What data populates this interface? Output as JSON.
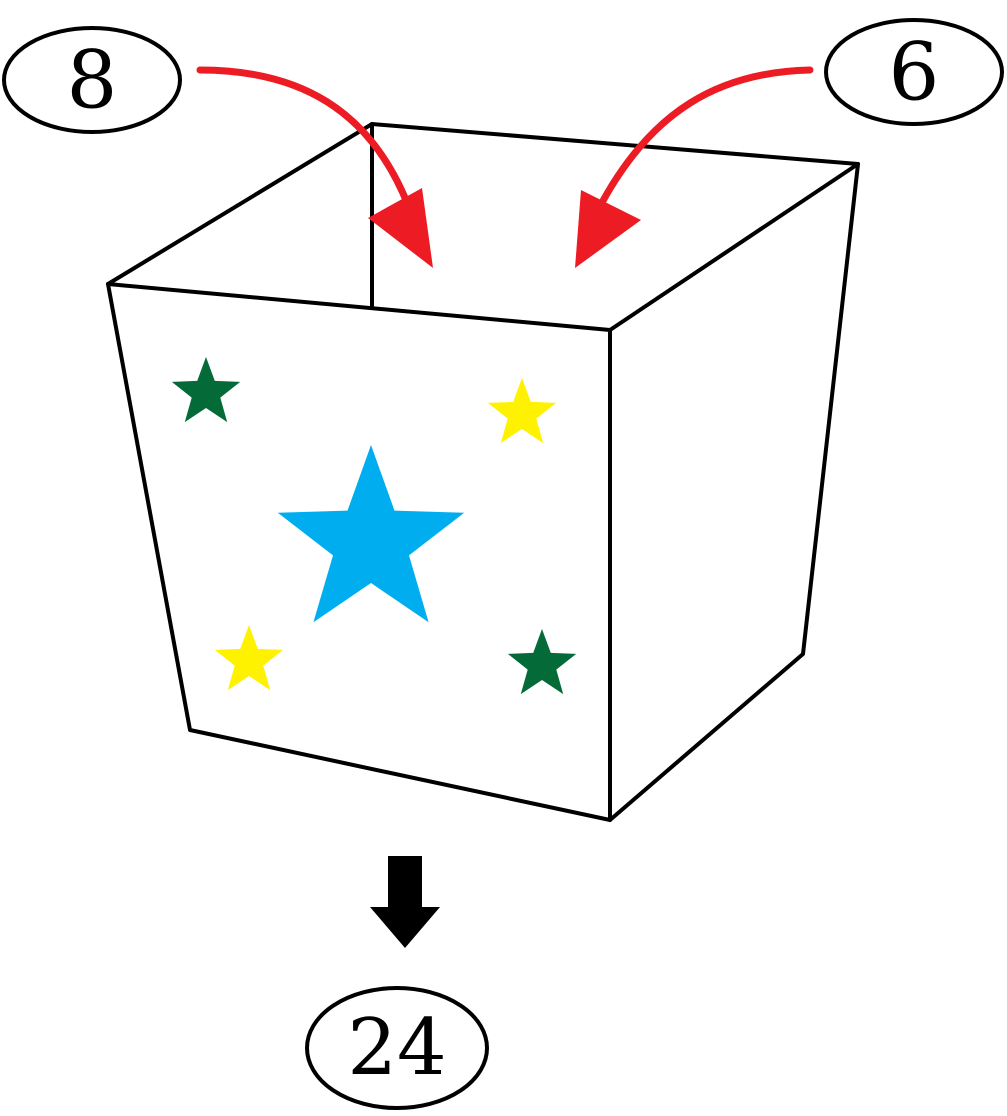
{
  "inputs": {
    "left_value": "8",
    "right_value": "6"
  },
  "output": {
    "value": "24"
  },
  "colors": {
    "outline": "#000000",
    "input_arrow": "#ed1c24",
    "output_arrow": "#000000",
    "big_star": "#00aeef",
    "small_star_green": "#046a38",
    "small_star_yellow": "#fff200",
    "background": "#ffffff"
  },
  "icons": {
    "box": "open-box-icon",
    "input_arrows": "curved-arrow-icon",
    "output_arrow": "down-arrow-icon",
    "decoration": "star-icon"
  }
}
